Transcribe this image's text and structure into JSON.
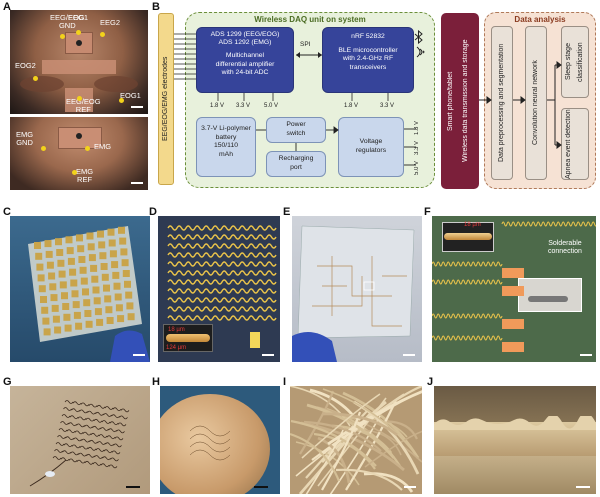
{
  "panels": {
    "A": "A",
    "B": "B",
    "C": "C",
    "D": "D",
    "E": "E",
    "F": "F",
    "G": "G",
    "H": "H",
    "I": "I",
    "J": "J"
  },
  "faceTop": {
    "eeg1": "EEG1",
    "eeg2": "EEG2",
    "eeg_eog_gnd": "EEG/EOG\nGND",
    "eog2": "EOG2",
    "eog1": "EOG1",
    "eeg_eog_ref": "EEG/EOG\nREF"
  },
  "faceBottom": {
    "emg_gnd": "EMG\nGND",
    "emg": "EMG",
    "emg_ref": "EMG\nREF"
  },
  "daq": {
    "title": "Wireless DAQ unit on system",
    "electrodes": "EEG/EOG/EMG electrodes",
    "ads_line1": "ADS 1299 (EEG/EOG)",
    "ads_line2": "ADS 1292 (EMG)",
    "ads_line3": "Multichannel",
    "ads_line4": "differential amplifier",
    "ads_line5": "with 24-bit ADC",
    "spi": "SPI",
    "nrf_line1": "nRF 52832",
    "nrf_line2": "BLE microcontroller",
    "nrf_line3": "with 2.4-GHz RF",
    "nrf_line4": "transceivers",
    "v18a": "1.8 V",
    "v33a": "3.3 V",
    "v50a": "5.0 V",
    "v18b": "1.8 V",
    "v33b": "3.3 V",
    "battery_line1": "3.7-V Li-polymer",
    "battery_line2": "battery",
    "battery_line3": "150/110",
    "battery_line4": "mAh",
    "power_switch_line1": "Power",
    "power_switch_line2": "switch",
    "recharging_line1": "Recharging",
    "recharging_line2": "port",
    "regulators_line1": "Voltage",
    "regulators_line2": "regulators",
    "vr18": "1.8 V",
    "vr33": "3.3 V",
    "vr50": "5.0 V"
  },
  "phone": {
    "line1": "Smart phone/tablet",
    "line2": "Wireless data transmission and storage"
  },
  "analysis": {
    "title": "Data analysis",
    "preprocess": "Data preprocessing and segmentation",
    "cnn": "Convolution neural network",
    "sleep": "Sleep stage classification",
    "apnea": "Apnea event detection"
  },
  "panelD": {
    "dim1": "18 µm",
    "dim2": "124 µm"
  },
  "panelF": {
    "dim": "18 µm",
    "solderable_line1": "Solderable",
    "solderable_line2": "connection"
  },
  "colors": {
    "daqBg": "#e8f1dc",
    "daqBorder": "#6b8f3a",
    "chip": "#36449a",
    "lightBlock": "#c9d7ec",
    "phone": "#7b1f3a",
    "analysisBg": "#f6e2d4",
    "analysisBlock": "#e9e1d8",
    "electrodeBar": "#f3d98c"
  }
}
